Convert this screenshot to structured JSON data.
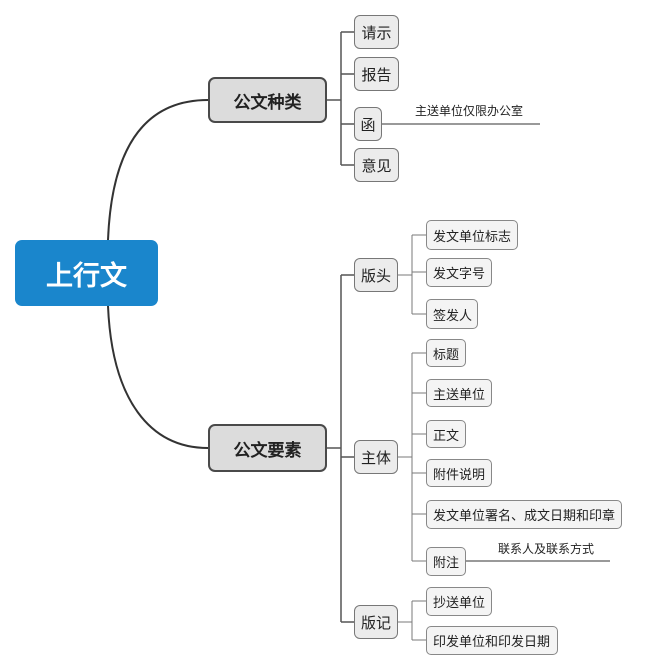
{
  "root": {
    "label": "上行文"
  },
  "types": {
    "label": "公文种类",
    "items": [
      {
        "label": "请示"
      },
      {
        "label": "报告"
      },
      {
        "label": "函",
        "note": "主送单位仅限办公室"
      },
      {
        "label": "意见"
      }
    ]
  },
  "elements": {
    "label": "公文要素",
    "groups": [
      {
        "label": "版头",
        "items": [
          "发文单位标志",
          "发文字号",
          "签发人"
        ]
      },
      {
        "label": "主体",
        "items": [
          "标题",
          "主送单位",
          "正文",
          "附件说明",
          "发文单位署名、成文日期和印章",
          "附注"
        ],
        "note": "联系人及联系方式"
      },
      {
        "label": "版记",
        "items": [
          "抄送单位",
          "印发单位和印发日期"
        ]
      }
    ]
  },
  "colors": {
    "root": "#1a86cc",
    "line": "#333333",
    "leaf_line": "#7a7a7a"
  }
}
